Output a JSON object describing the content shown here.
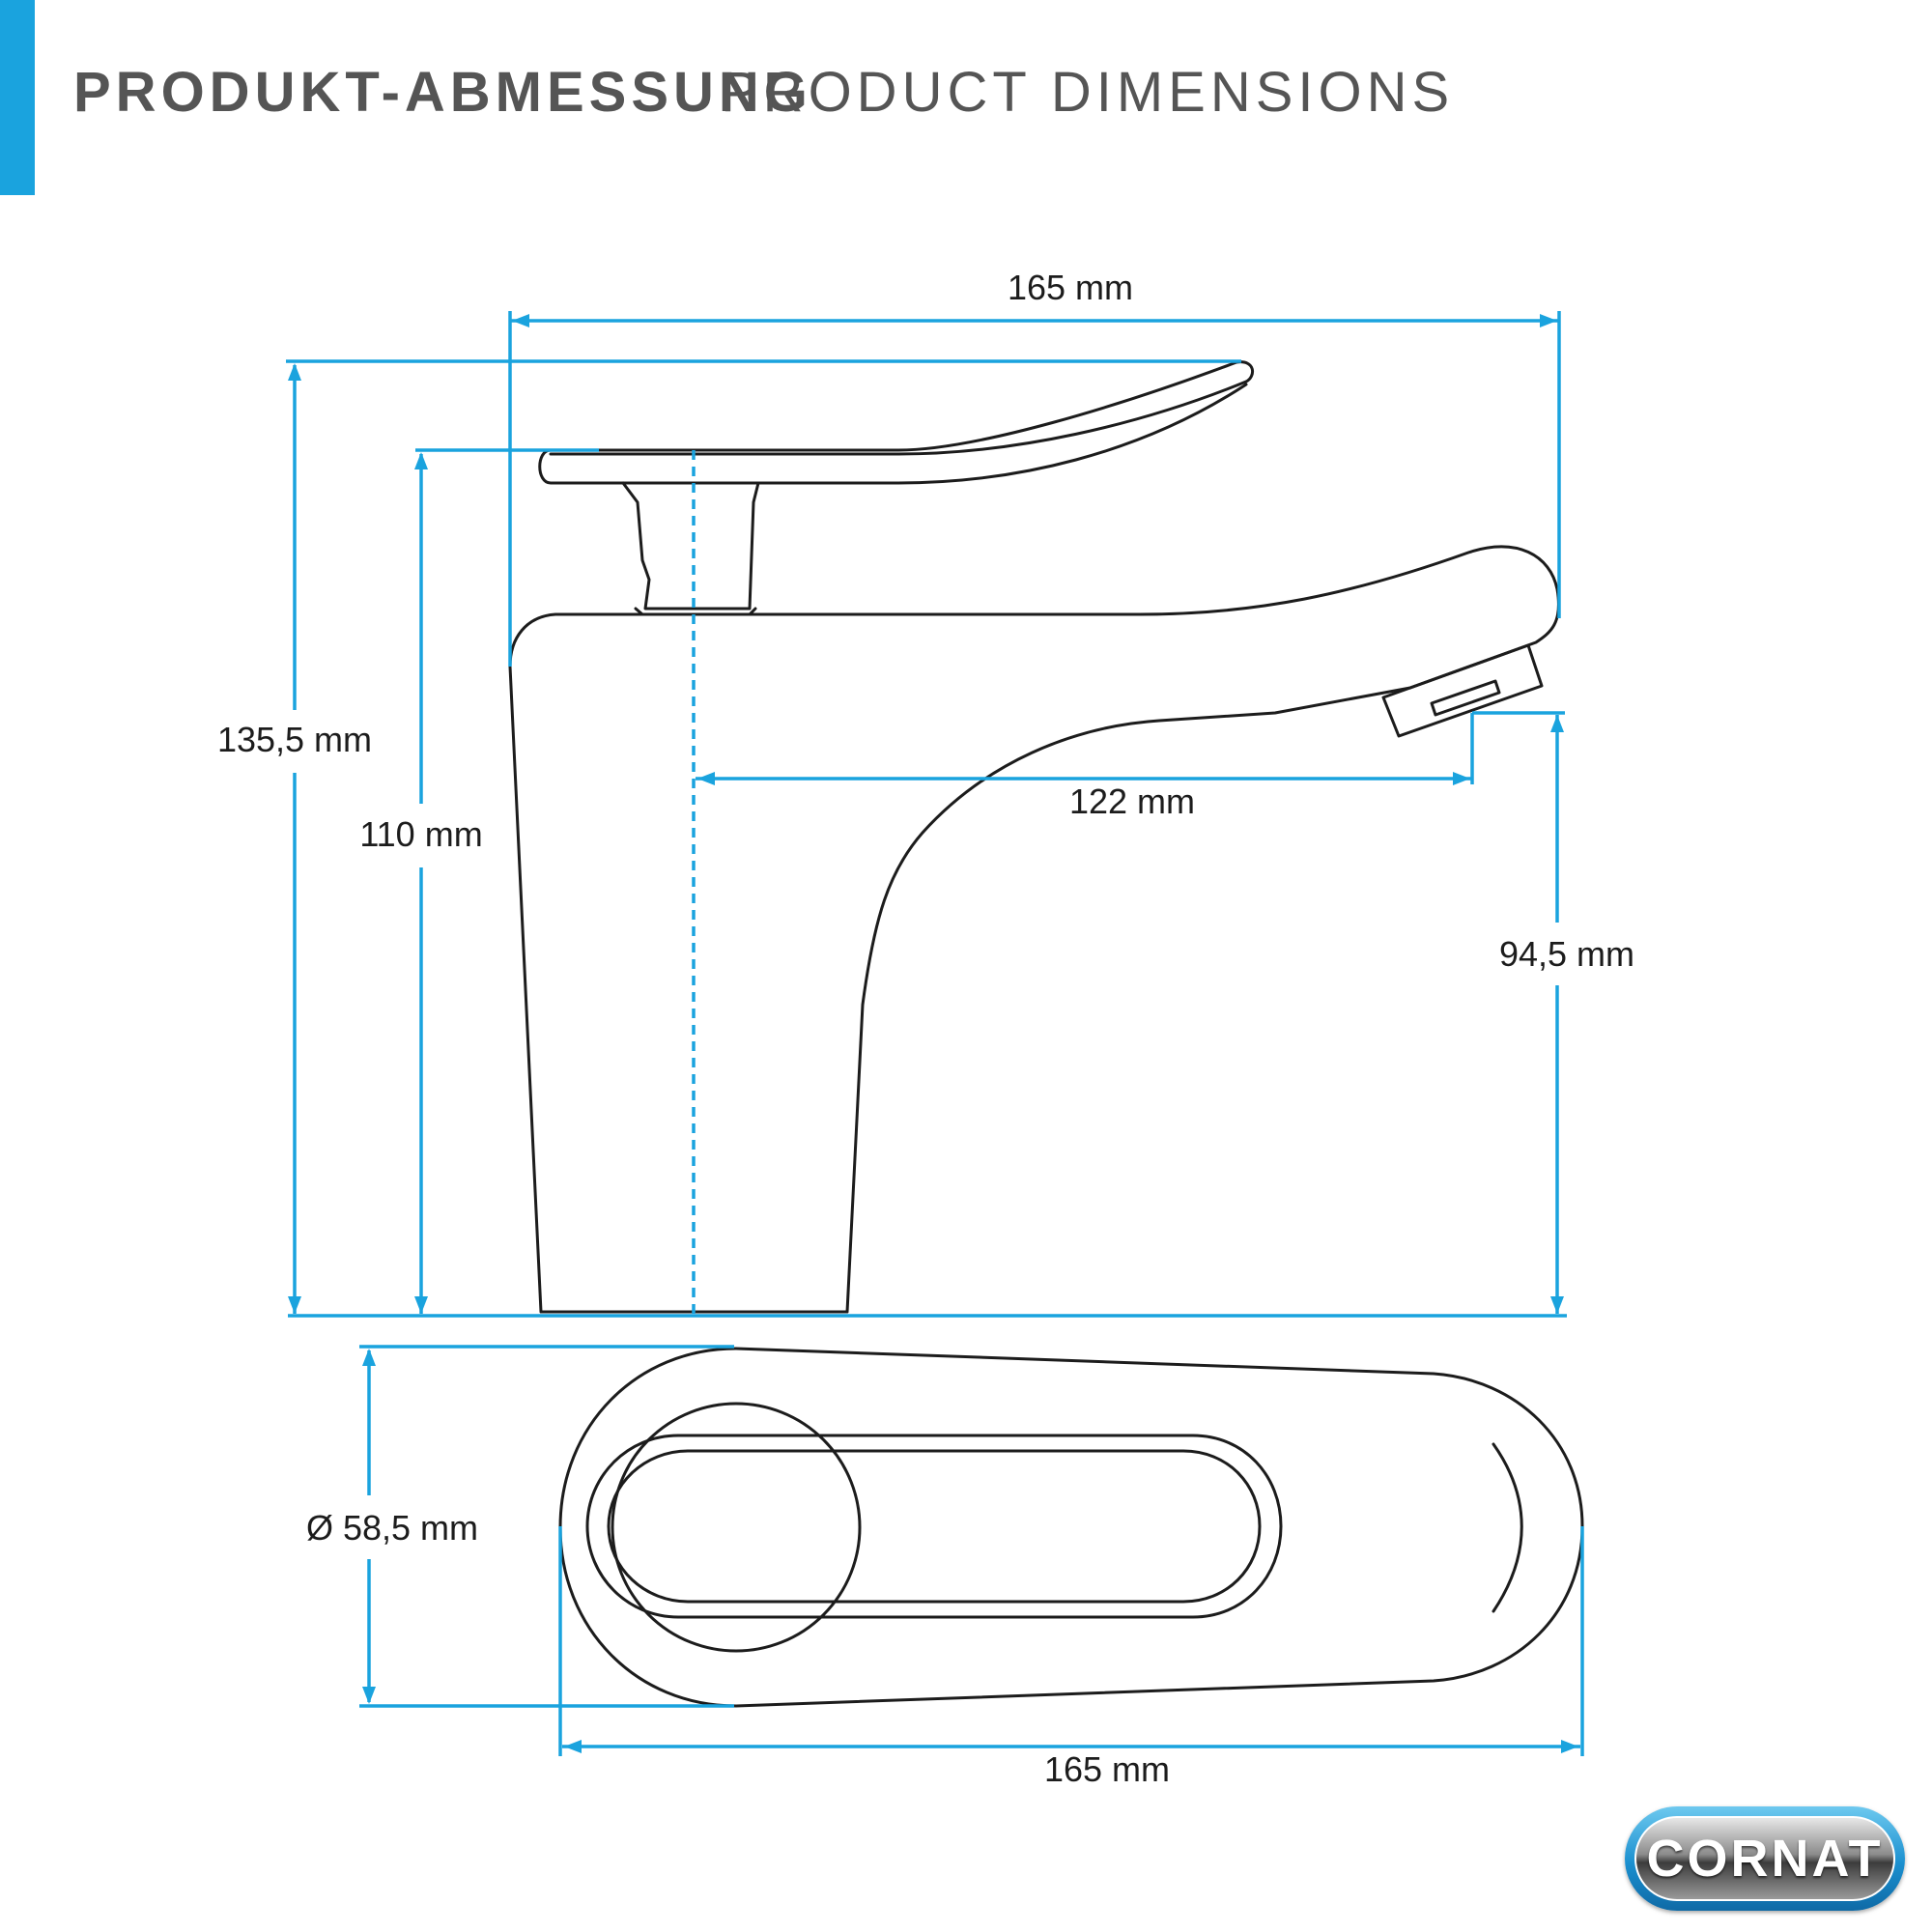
{
  "header": {
    "title_de": "PRODUKT-ABMESSUNG",
    "title_en": "PRODUCT DIMENSIONS"
  },
  "dimensions": {
    "overall_width": "165 mm",
    "overall_height": "135,5 mm",
    "body_height": "110 mm",
    "spout_reach": "122 mm",
    "spout_height": "94,5 mm",
    "base_diameter": "Ø 58,5 mm",
    "top_view_width": "165 mm"
  },
  "logo": {
    "brand": "CORNAT"
  },
  "colors": {
    "accent": "#1aa3de",
    "outline": "#1c1c1c",
    "title_text": "#555555"
  }
}
